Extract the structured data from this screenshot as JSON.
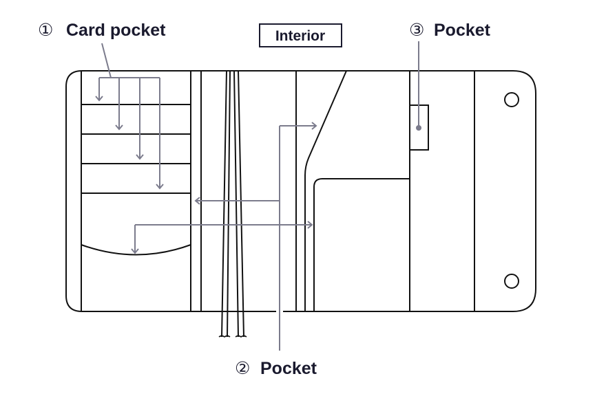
{
  "title": "Interior",
  "labels": {
    "card_pocket": {
      "number": "①",
      "text": "Card pocket"
    },
    "pocket_2": {
      "number": "②",
      "text": "Pocket"
    },
    "pocket_3": {
      "number": "③",
      "text": "Pocket"
    }
  },
  "colors": {
    "outline": "#111111",
    "text": "#1a1a2e",
    "arrow": "#7b7b8c"
  }
}
